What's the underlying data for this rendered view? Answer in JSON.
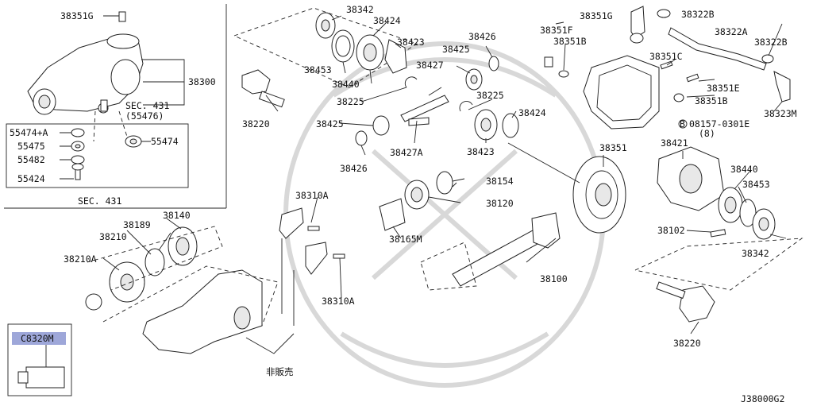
{
  "diagram_code": "J38000G2",
  "section_label": "SEC. 431",
  "sec_ref": "SEC. 431",
  "sec_ref_sub": "(55476)",
  "highlight_part": "C8320M",
  "note_jp": "非販売",
  "bolt_ref": "08157-0301E",
  "bolt_ref_qty": "(8)",
  "bolt_ref_marker": "B",
  "labels": {
    "p38351G_a": "38351G",
    "p38300": "38300",
    "p55474A": "55474+A",
    "p55475": "55475",
    "p55474": "55474",
    "p55482": "55482",
    "p55424": "55424",
    "p38342_a": "38342",
    "p38424_a": "38424",
    "p38423_a": "38423",
    "p38453_a": "38453",
    "p38440_a": "38440",
    "p38225_a": "38225",
    "p38220_a": "38220",
    "p38425_a": "38425",
    "p38426_a": "38426",
    "p38427": "38427",
    "p38427A": "38427A",
    "p38225_b": "38225",
    "p38424_b": "38424",
    "p38425_b": "38425",
    "p38426_b": "38426",
    "p38423_b": "38423",
    "p38351G_b": "38351G",
    "p38322B_a": "38322B",
    "p38351F": "38351F",
    "p38351B_a": "38351B",
    "p38322A": "38322A",
    "p38322B_b": "38322B",
    "p38351C": "38351C",
    "p38351E": "38351E",
    "p38351B_b": "38351B",
    "p38323M": "38323M",
    "p38351": "38351",
    "p38421": "38421",
    "p38440_b": "38440",
    "p38453_b": "38453",
    "p38102": "38102",
    "p38342_b": "38342",
    "p38220_b": "38220",
    "p38154": "38154",
    "p38120": "38120",
    "p38165M": "38165M",
    "p38100": "38100",
    "p38310A_a": "38310A",
    "p38310A_b": "38310A",
    "p38140": "38140",
    "p38189": "38189",
    "p38210": "38210",
    "p38210A": "38210A"
  }
}
